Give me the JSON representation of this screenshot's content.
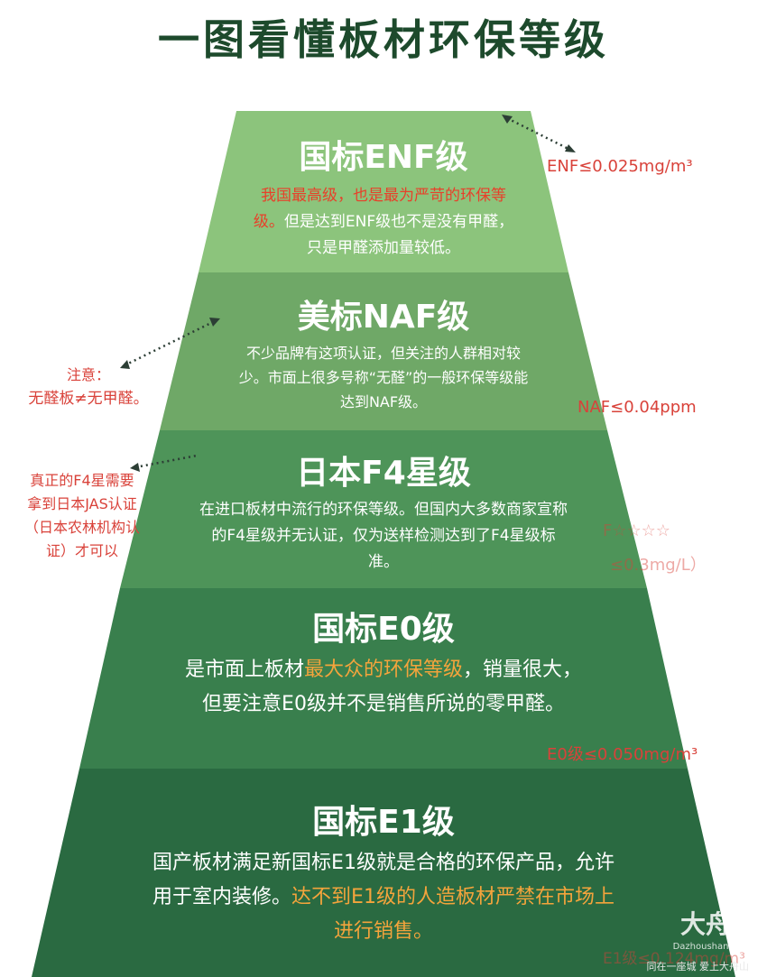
{
  "title": "一图看懂板材环保等级",
  "tiers": [
    {
      "name": "国标ENF级",
      "desc_red": "我国最高级，也是最为严苛的环保等级。",
      "desc_rest": "但是达到ENF级也不是没有甲醛，只是甲醛添加量较低。",
      "color": "#8cc47c"
    },
    {
      "name": "美标NAF级",
      "desc_pre": "不少品牌有这项认证，但关注的人群相对较少。市面上很多号称“无醛”的一般环保等级能达到NAF级。",
      "color": "#6fa867"
    },
    {
      "name": "日本F4星级",
      "desc_pre": "在进口板材中流行的环保等级。但国内大多数商家宣称的F4星级并无认证，仅为送样检测达到了F4星级标准。",
      "color": "#4e9459"
    },
    {
      "name": "国标E0级",
      "desc_pre": "是市面上板材",
      "desc_orange": "最大众的环保等级",
      "desc_rest": "，销量很大，但要注意E0级并不是销售所说的零甲醛。",
      "color": "#397f4d"
    },
    {
      "name": "国标E1级",
      "desc_pre": "国产板材满足新国标E1级就是合格的环保产品，允许用于室内装修。",
      "desc_orange": "达不到E1级的人造板材严禁在市场上进行销售。",
      "color": "#2a6a41"
    }
  ],
  "notes": {
    "note1_line1": "注意：",
    "note1_line2": "无醛板≠无甲醛。",
    "note2_line1": "真正的F4星需要",
    "note2_line2": "拿到日本JAS认证",
    "note2_line3": "（日本农林机构认",
    "note2_line4": "证）才可以"
  },
  "specs": {
    "enf": "ENF≤0.025mg/m³",
    "naf": "NAF≤0.04ppm",
    "f4_line1": "F☆☆☆☆",
    "f4_line2": "≤0.3mg/L）",
    "e0": "E0级≤0.050mg/m³",
    "e1": "E1级≤0.124mg/m³"
  },
  "watermark": {
    "logo": "大舟山",
    "site": "Dazhoushan.com",
    "line": "同在一座城 爱上大舟山"
  },
  "colors": {
    "title": "#1d4a2c",
    "note_red": "#d9423a",
    "highlight_red": "#e8402a",
    "highlight_orange": "#f4a43c"
  }
}
